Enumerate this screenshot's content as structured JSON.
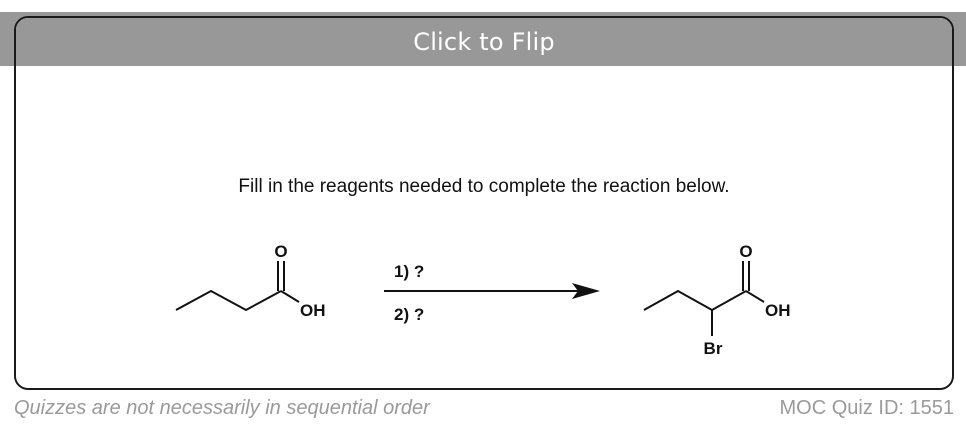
{
  "card": {
    "flip_label": "Click to Flip",
    "question": "Fill in the reagents needed to complete the reaction below."
  },
  "reaction": {
    "reactant": {
      "carbonyl_o": "O",
      "hydroxyl": "OH"
    },
    "reagents": {
      "step1": "1) ?",
      "step2": "2) ?"
    },
    "product": {
      "carbonyl_o": "O",
      "hydroxyl": "OH",
      "substituent": "Br"
    }
  },
  "footer": {
    "note": "Quizzes are not necessarily in sequential order",
    "quiz_id": "MOC Quiz ID: 1551"
  }
}
